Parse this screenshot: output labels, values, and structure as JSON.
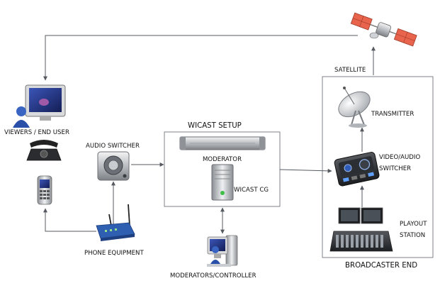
{
  "labels": {
    "satellite": "SATELLITE",
    "transmitter": "TRANSMITTER",
    "video_audio_switcher_1": "VIDEO/AUDIO",
    "video_audio_switcher_2": "SWITCHER",
    "playout_station_1": "PLAYOUT",
    "playout_station_2": "STATION",
    "broadcaster_end": "BROADCASTER END",
    "wicast_setup": "WICAST SETUP",
    "moderator": "MODERATOR",
    "wicast_cg": "WICAST CG",
    "moderators_controller": "MODERATORS/CONTROLLER",
    "viewers_end_user": "VIEWERS / END USER",
    "audio_switcher": "AUDIO SWITCHER",
    "phone_equipment": "PHONE EQUIPMENT"
  },
  "colors": {
    "line": "#555a60",
    "box_border": "#7c8288",
    "box_fill": "#ffffff",
    "solar_panel": "#e8644c",
    "monitor_screen": "#2a3c8a",
    "router_blue": "#2f5fb0"
  },
  "icons": [
    "satellite-icon",
    "satellite-dish-icon",
    "video-audio-switcher-icon",
    "playout-station-icon",
    "rack-server-icon",
    "tower-server-icon",
    "controller-workstation-icon",
    "viewer-monitor-icon",
    "telephone-icon",
    "mobile-phone-icon",
    "audio-switcher-icon",
    "router-icon"
  ]
}
